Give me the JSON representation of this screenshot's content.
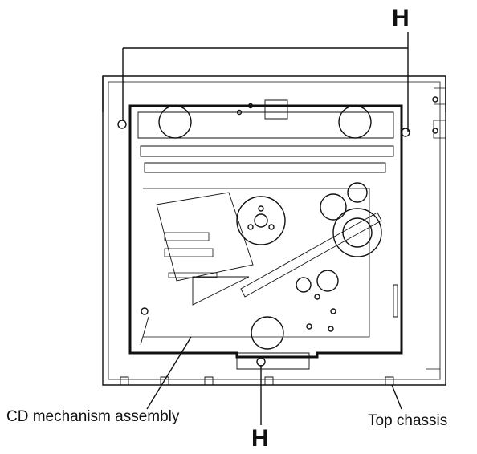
{
  "callouts": {
    "screw_top_label": "H",
    "screw_bottom_label": "H",
    "cd_mechanism_label": "CD mechanism assembly",
    "top_chassis_label": "Top chassis"
  },
  "colors": {
    "line": "#111111",
    "background": "#ffffff"
  }
}
